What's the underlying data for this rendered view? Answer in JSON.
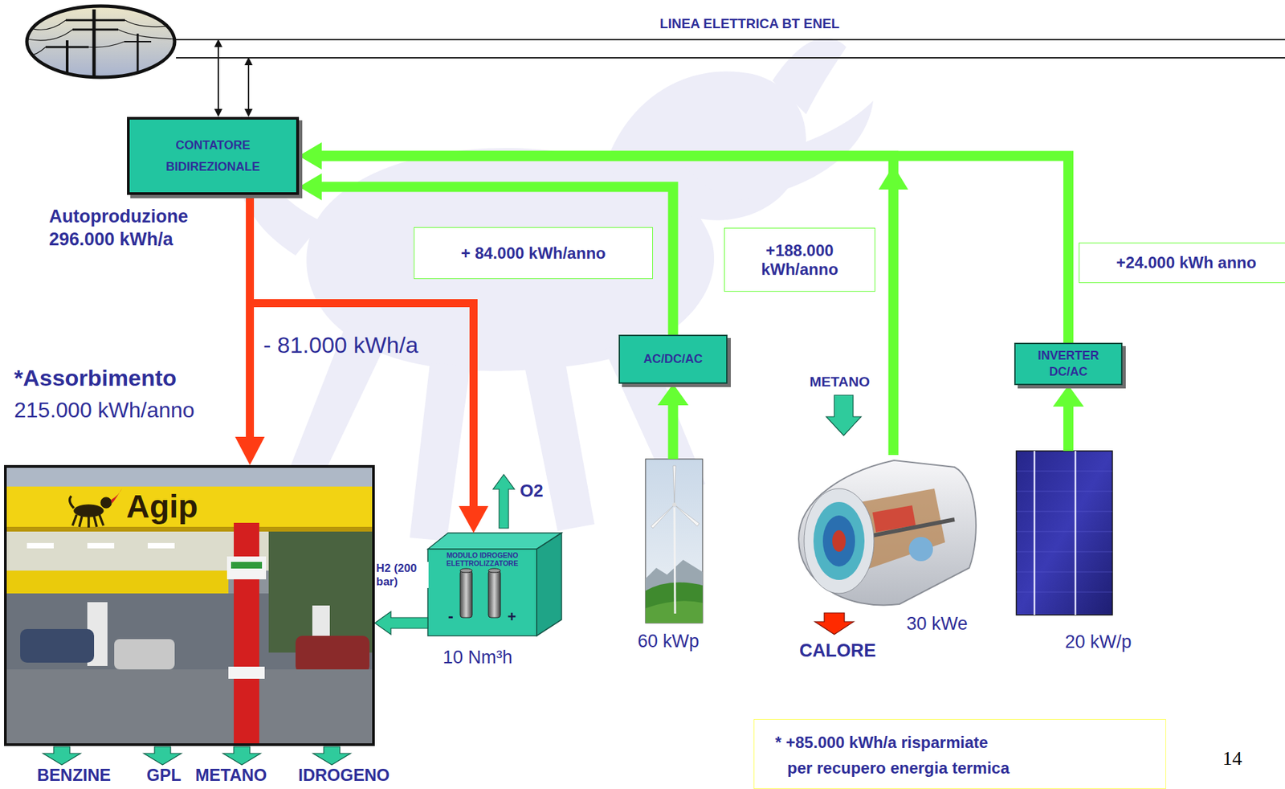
{
  "diagram": {
    "nodes": [
      {
        "text": [
          "LINEA ELETTRICA BT ENEL"
        ]
      },
      {
        "text": [
          "CONTATORE BIDIREZIONALE"
        ]
      },
      {
        "text": [
          "AC/DC/AC"
        ]
      },
      {
        "text": [
          "INVERTER DC/AC"
        ]
      },
      {
        "text": [
          "Agip"
        ]
      },
      {
        "text": [
          "MODULO IDROGENO ELETTROLIZZATORE",
          "10 Nm³h"
        ]
      },
      {
        "text": [
          "60 kWp"
        ]
      },
      {
        "text": [
          "30 kWe"
        ]
      },
      {
        "text": [
          "20 kW/p"
        ]
      },
      {
        "text": [
          "* +85.000 kWh/a risparmiate per recupero energia termica"
        ]
      }
    ],
    "edges": [
      {
        "from": 1,
        "to": 0,
        "arrow": "both"
      },
      {
        "from": 1,
        "to": 0,
        "arrow": "both"
      },
      {
        "from": 1,
        "to": 4,
        "arrow": "to"
      },
      {
        "from": 1,
        "to": 5,
        "label": "- 81.000 kWh/a",
        "arrow": "to"
      },
      {
        "from": 5,
        "to": 4,
        "label": "H2 (200 bar)",
        "arrow": "to"
      },
      {
        "from": 6,
        "to": 2,
        "arrow": "to"
      },
      {
        "from": 2,
        "to": 1,
        "label": "+ 84.000 kWh/anno",
        "arrow": "to"
      },
      {
        "from": 7,
        "to": 1,
        "label": "+188.000 kWh/anno",
        "arrow": "to"
      },
      {
        "from": 8,
        "to": 3,
        "arrow": "to"
      },
      {
        "from": 3,
        "to": 1,
        "label": "+24.000 kWh anno",
        "arrow": "to"
      }
    ],
    "labels": [
      "Autoproduzione 296.000 kWh/a",
      "*Assorbimento",
      "215.000 kWh/anno",
      "O2",
      "-",
      "+",
      "METANO",
      "CALORE",
      "BENZINE",
      "GPL",
      "METANO",
      "IDROGENO",
      "14"
    ]
  }
}
